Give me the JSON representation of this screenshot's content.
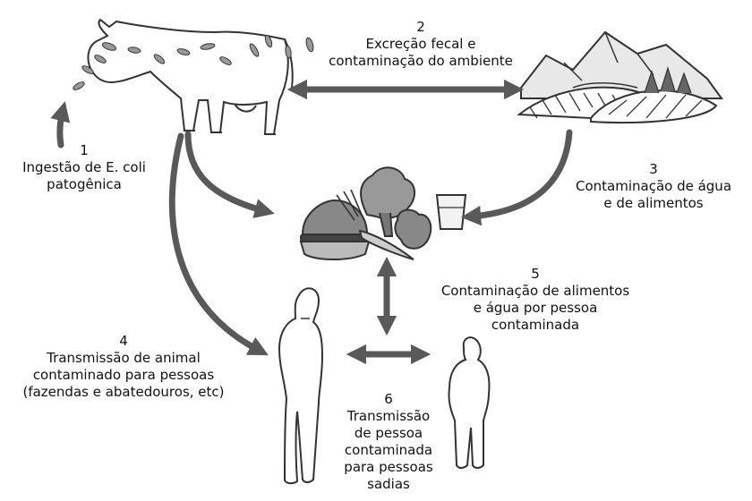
{
  "steps": [
    {
      "number": "1",
      "lines": [
        "Ingestão de E. coli",
        "patogênica"
      ]
    },
    {
      "number": "2",
      "lines": [
        "Excreção fecal e",
        "contaminação do ambiente"
      ]
    },
    {
      "number": "3",
      "lines": [
        "Contaminação de água",
        "e de alimentos"
      ]
    },
    {
      "number": "4",
      "lines": [
        "Transmissão de animal",
        "contaminado para pessoas",
        "(fazendas e abatedouros, etc)"
      ]
    },
    {
      "number": "5",
      "lines": [
        "Contaminação de alimentos",
        "e água por pessoa",
        "contaminada"
      ]
    },
    {
      "number": "6",
      "lines": [
        "Transmissão",
        "de pessoa",
        "contaminada",
        "para pessoas",
        "sadias"
      ]
    }
  ],
  "icons": [
    "cow-icon",
    "landscape-icon",
    "food-icon",
    "woman-icon",
    "child-icon"
  ],
  "colors": {
    "arrow": "#595959",
    "outline": "#333333",
    "background": "#ffffff"
  }
}
